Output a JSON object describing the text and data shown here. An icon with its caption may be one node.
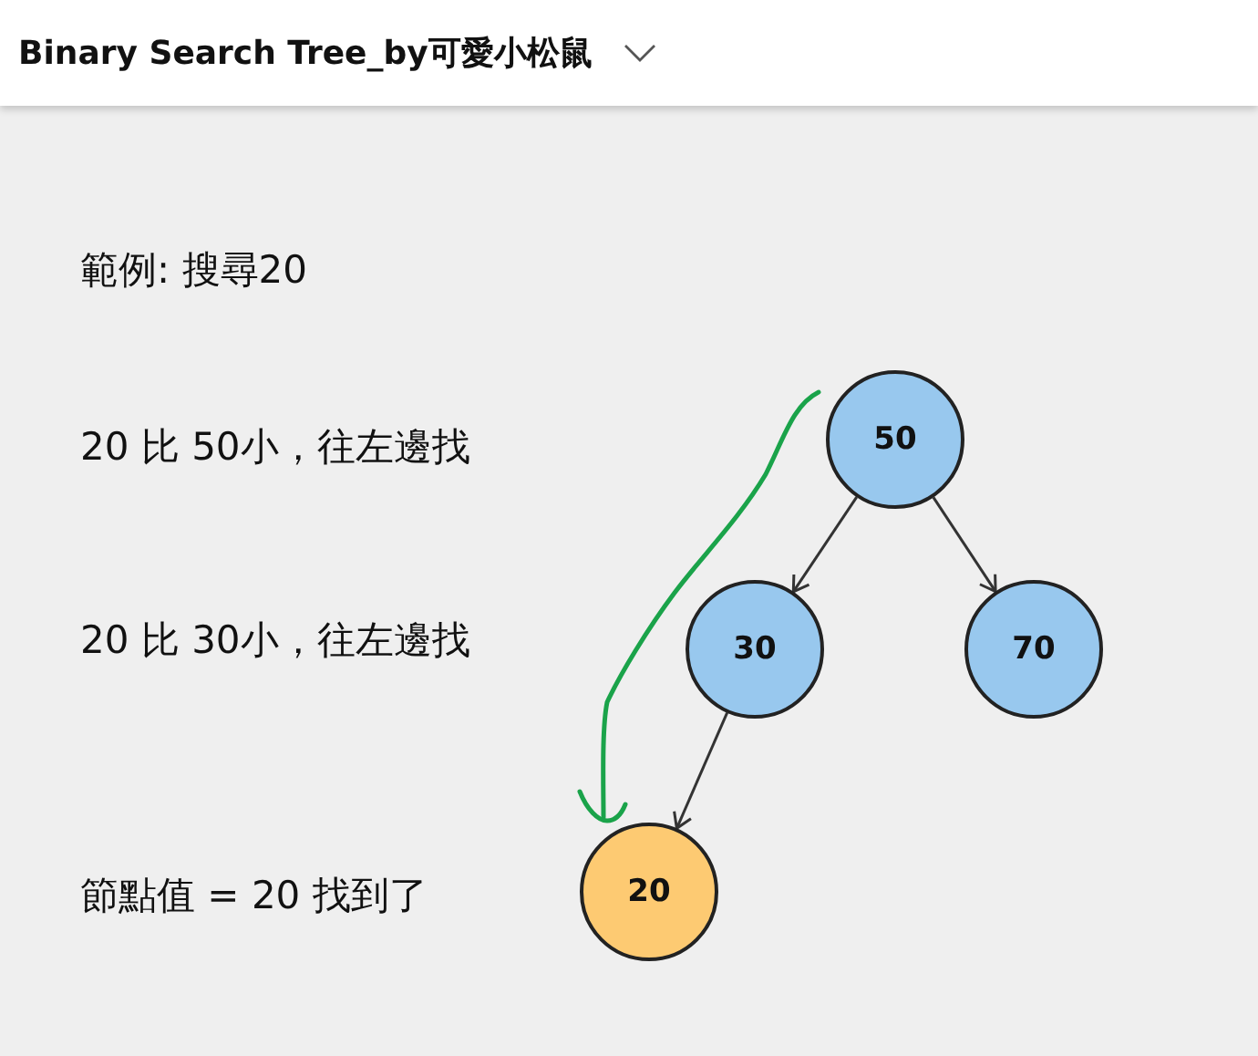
{
  "diagram": {
    "title": "Binary Search Tree_by可愛小松鼠",
    "nodes": [
      {
        "text": [
          "50"
        ]
      },
      {
        "text": [
          "30"
        ]
      },
      {
        "text": [
          "70"
        ]
      },
      {
        "text": [
          "20"
        ]
      }
    ],
    "edges": [
      {
        "from": 0,
        "to": 1,
        "arrow": "to"
      },
      {
        "from": 0,
        "to": 2,
        "arrow": "to"
      },
      {
        "from": 1,
        "to": 3,
        "arrow": "to"
      }
    ],
    "labels": [
      "範例: 搜尋20",
      "20 比 50小，往左邊找",
      "20 比 30小，往左邊找",
      "節點值 = 20 找到了"
    ]
  }
}
